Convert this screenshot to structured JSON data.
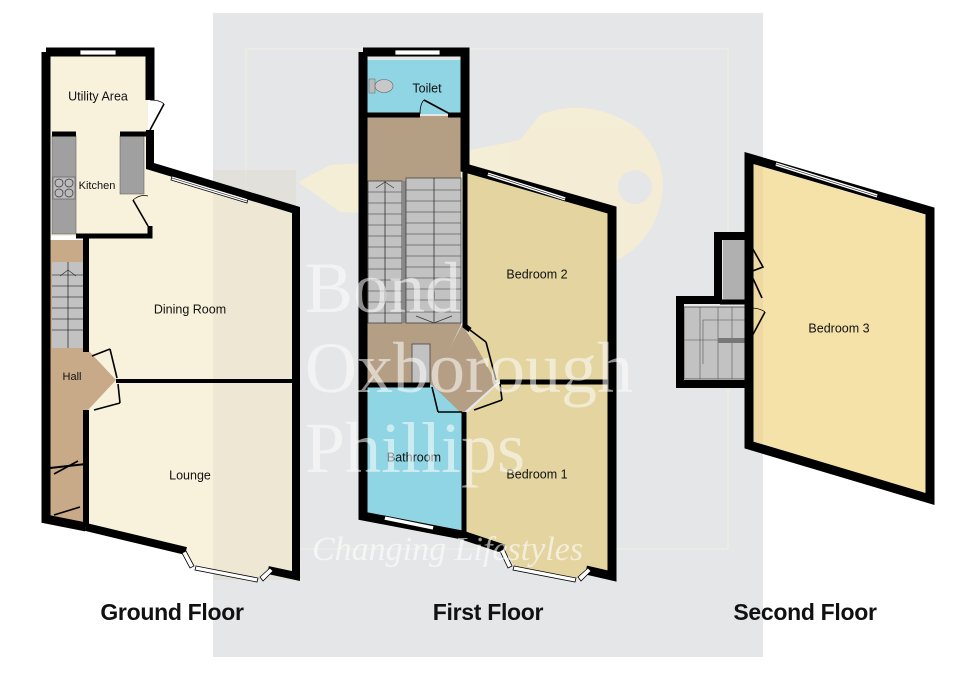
{
  "watermark": {
    "line1": "Bond",
    "line2": "Oxborough",
    "line3": "Phillips",
    "tagline": "Changing Lifestyles",
    "panel_color": "#e5e6e8",
    "logo_color": "#f7eed2"
  },
  "colors": {
    "wall": "#000000",
    "ground_room": "#f8f2dd",
    "hall": "#c8a988",
    "landing": "#b59f84",
    "first_bedroom": "#e3d4a0",
    "wet_room": "#8fd5e3",
    "second_bedroom": "#f4e2a8",
    "stairs": "#c2c2c2",
    "kitchen_unit": "#a0a0a0"
  },
  "floors": [
    {
      "title": "Ground Floor",
      "rooms": [
        {
          "name": "Utility Area"
        },
        {
          "name": "Kitchen"
        },
        {
          "name": "Dining Room"
        },
        {
          "name": "Hall"
        },
        {
          "name": "Lounge"
        }
      ]
    },
    {
      "title": "First Floor",
      "rooms": [
        {
          "name": "Toilet"
        },
        {
          "name": "Bedroom 2"
        },
        {
          "name": "Bathroom"
        },
        {
          "name": "Bedroom 1"
        }
      ]
    },
    {
      "title": "Second Floor",
      "rooms": [
        {
          "name": "Bedroom 3"
        }
      ]
    }
  ]
}
